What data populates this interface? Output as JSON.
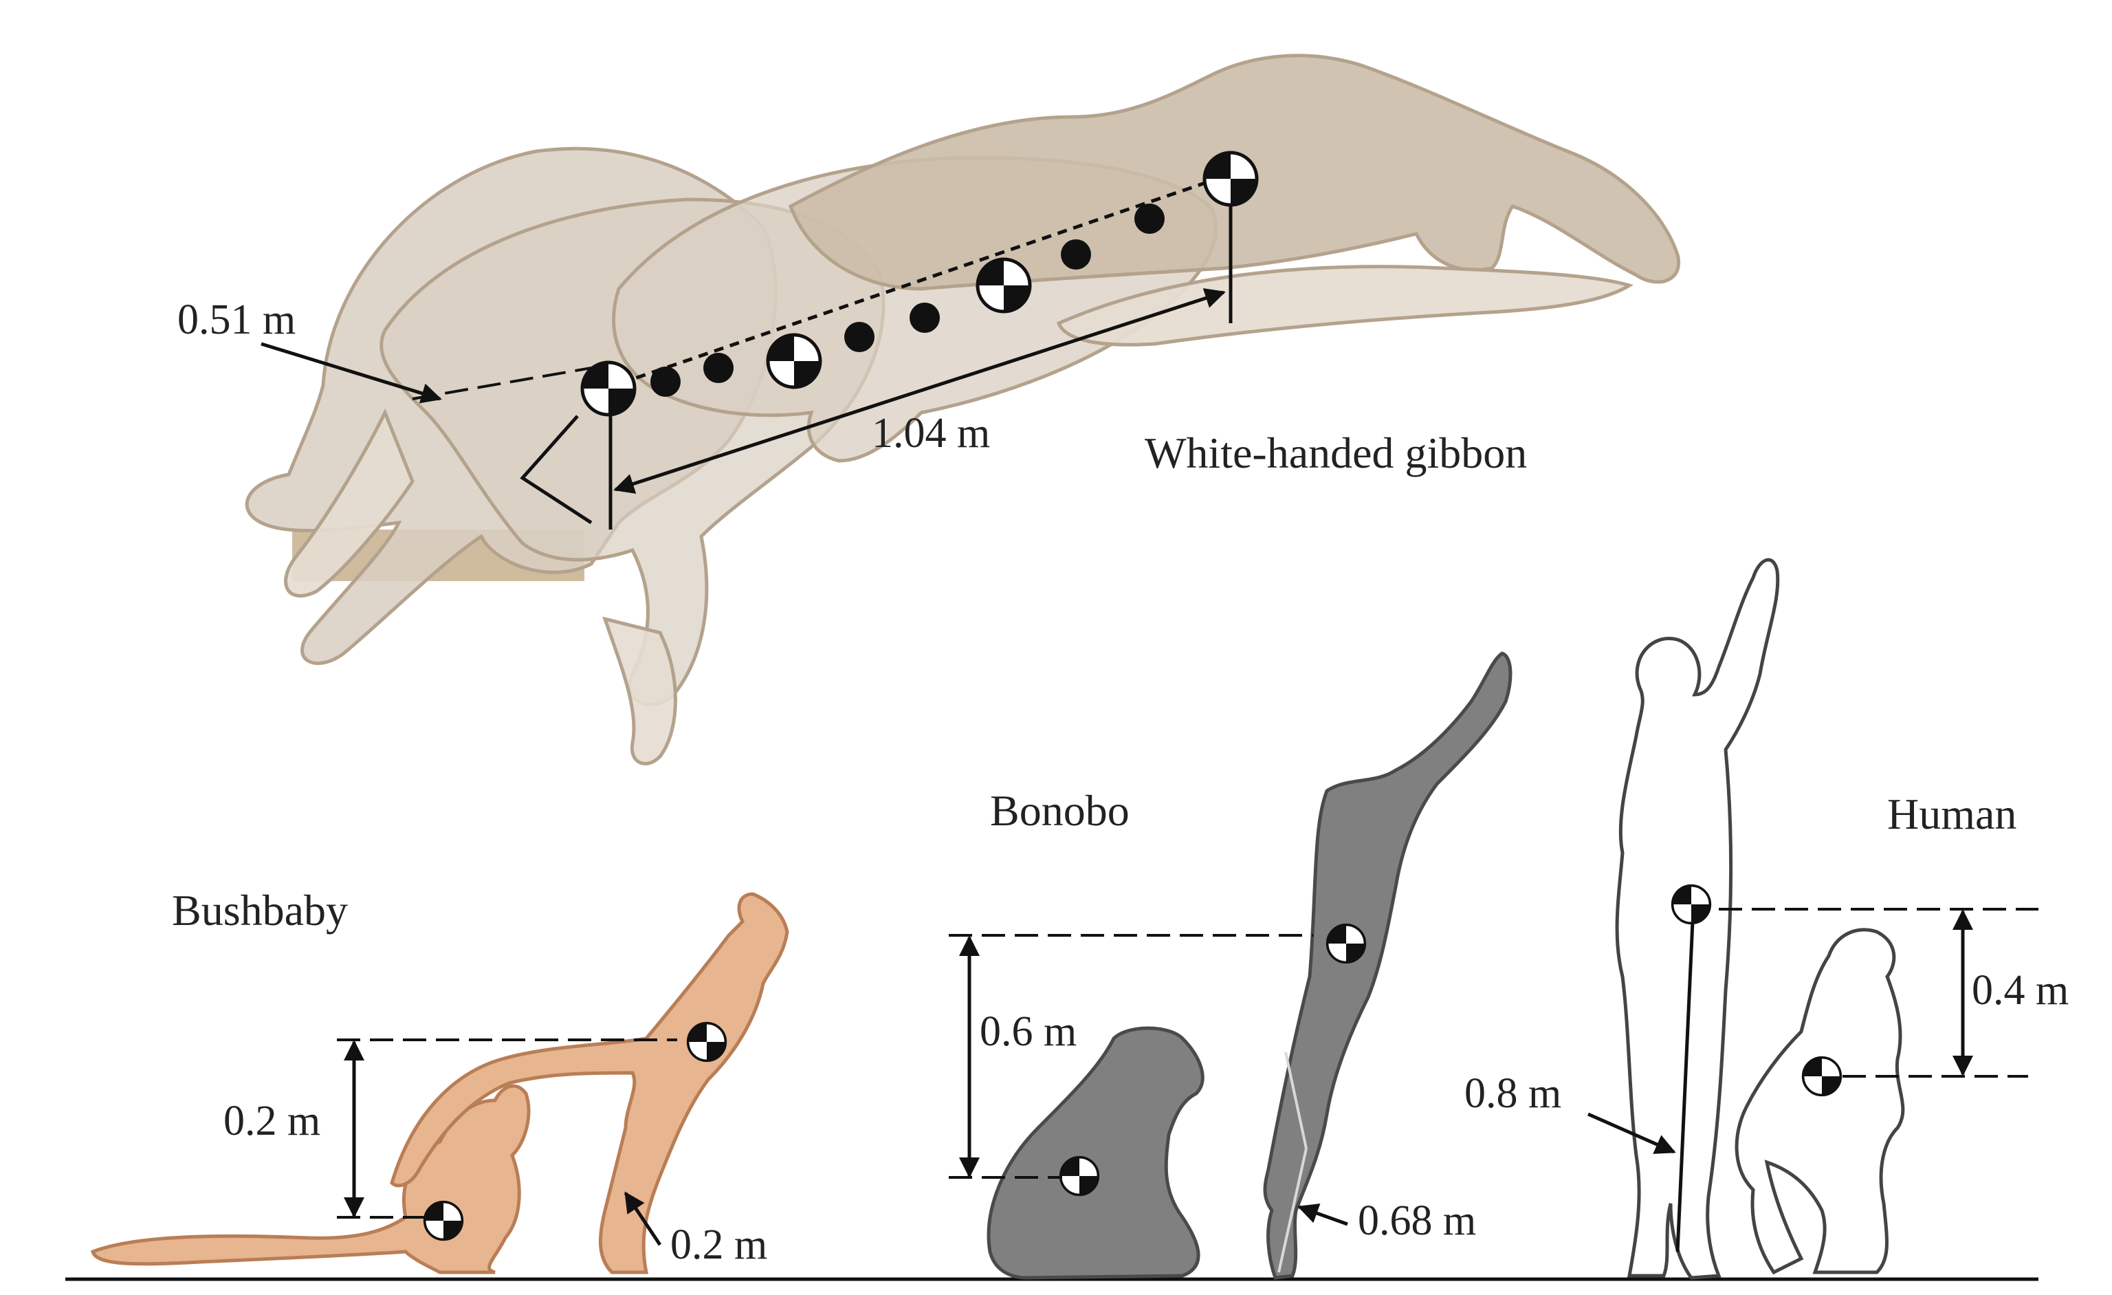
{
  "colors": {
    "gibbon_fill": "#d9cfc2",
    "gibbon_stroke": "#b4a28c",
    "gibbon_perch": "#c7b08e",
    "bushbaby_fill": "#e7b58f",
    "bushbaby_stroke": "#b97e55",
    "bonobo_fill": "#808080",
    "bonobo_stroke": "#4a4a4a",
    "human_fill": "#ffffff",
    "human_stroke": "#444444",
    "ink": "#111111"
  },
  "labels": {
    "gibbon": {
      "name": "White-handed gibbon",
      "stance_distance": "0.51 m",
      "leap_distance": "1.04 m"
    },
    "bushbaby": {
      "name": "Bushbaby",
      "rise": "0.2 m",
      "leg_length": "0.2 m"
    },
    "bonobo": {
      "name": "Bonobo",
      "rise": "0.6 m",
      "leg_length": "0.68 m"
    },
    "human": {
      "name": "Human",
      "rise": "0.4 m",
      "leg_length": "0.8 m"
    }
  },
  "icons": {
    "centre_of_mass": "centre-of-mass-icon",
    "trajectory_dot": "trajectory-dot-icon"
  }
}
